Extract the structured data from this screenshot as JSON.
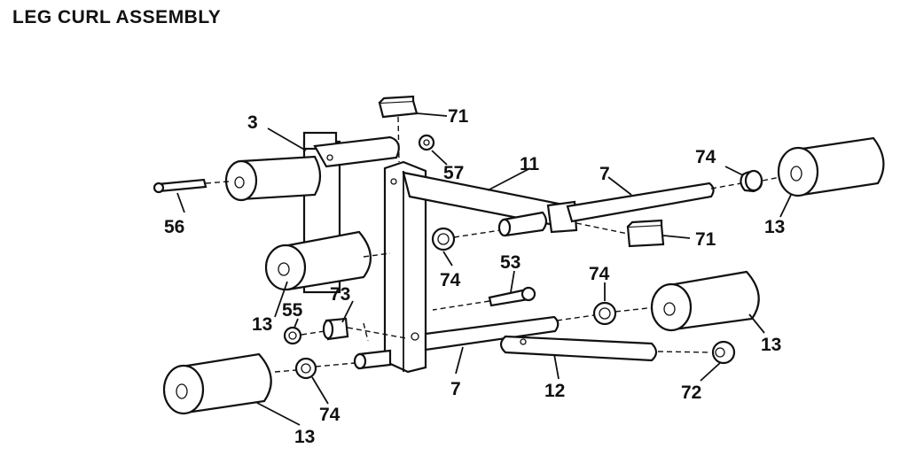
{
  "title": "LEG CURL ASSEMBLY",
  "callouts": {
    "p3": "3",
    "p71a": "71",
    "p57": "57",
    "p11": "11",
    "p7a": "7",
    "p74a": "74",
    "p56": "56",
    "p71b": "71",
    "p13a": "13",
    "p74b": "74",
    "p53": "53",
    "p74c": "74",
    "p13b": "13",
    "p55": "55",
    "p73": "73",
    "p13c": "13",
    "p7b": "7",
    "p12": "12",
    "p72": "72",
    "p74d": "74",
    "p13d": "13"
  }
}
